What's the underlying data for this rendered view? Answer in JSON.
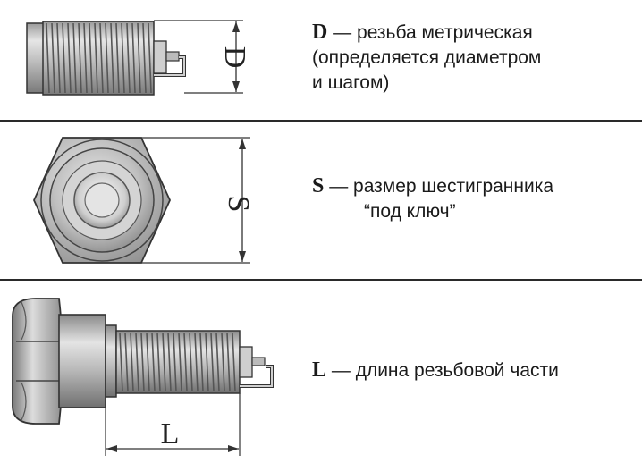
{
  "panels": {
    "thread": {
      "dim_letter": "D",
      "caption": {
        "letter": "D",
        "dash": " — ",
        "line1": "резьба метрическая",
        "line2": "(определяется диаметром",
        "line3": "и шагом)"
      }
    },
    "hex": {
      "dim_letter": "S",
      "caption": {
        "letter": "S",
        "dash": " — ",
        "line1": "размер шестигранника",
        "line2": "“под ключ”"
      }
    },
    "length": {
      "dim_letter": "L",
      "caption": {
        "letter": "L",
        "dash": " — ",
        "line1": "длина резьбовой части"
      }
    }
  },
  "colors": {
    "metal_light": "#d9d9d9",
    "metal_mid": "#a8a8a8",
    "metal_dark": "#6e6e6e",
    "line": "#2a2a2a"
  }
}
